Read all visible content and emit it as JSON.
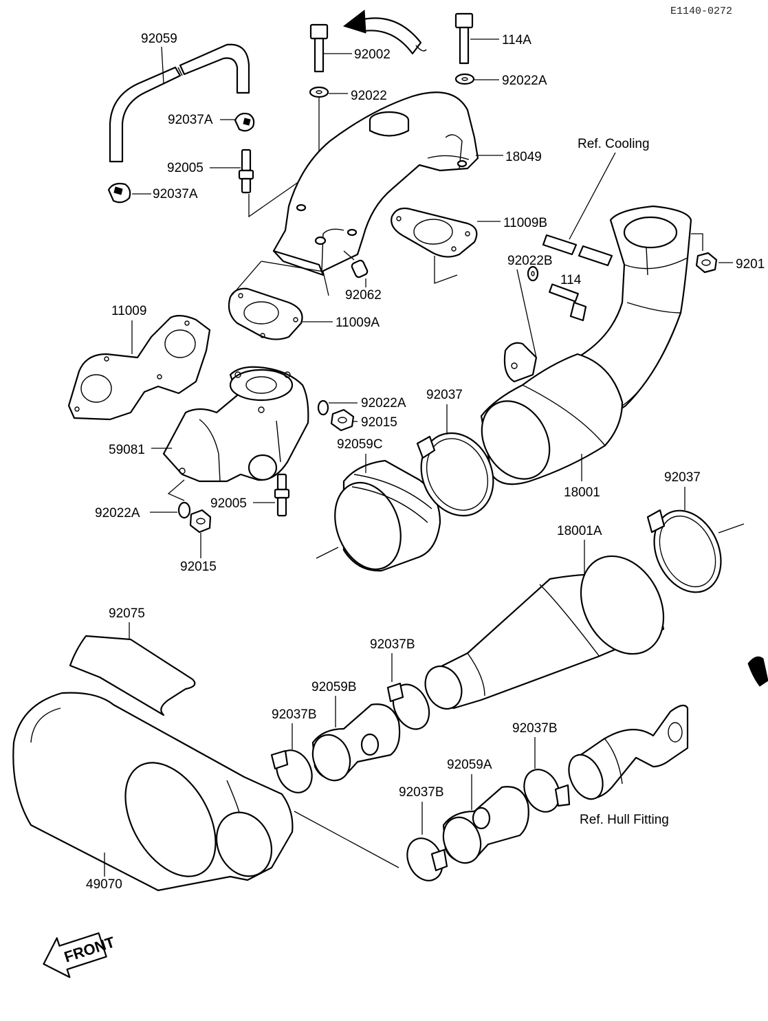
{
  "diagram_code": "E1140-0272",
  "labels": {
    "p92059": "92059",
    "p92002": "92002",
    "p114A": "114A",
    "p92022": "92022",
    "p92022A_top": "92022A",
    "p92037A_1": "92037A",
    "p92037A_2": "92037A",
    "p92005_top": "92005",
    "p18049": "18049",
    "ref_cooling": "Ref. Cooling",
    "p11009B": "11009B",
    "p9201x": "9201",
    "p92022B": "92022B",
    "p114": "114",
    "p92062": "92062",
    "p11009": "11009",
    "p11009A": "11009A",
    "p92022A_mid": "92022A",
    "p92015_mid": "92015",
    "p92037_1": "92037",
    "p92059C": "92059C",
    "p59081": "59081",
    "p92005_bottom": "92005",
    "p18001": "18001",
    "p92022A_low": "92022A",
    "p92015_low": "92015",
    "p92037_2": "92037",
    "p18001A": "18001A",
    "p92075": "92075",
    "p92037B_1": "92037B",
    "p92059B": "92059B",
    "p92037B_2": "92037B",
    "p92037B_3": "92037B",
    "p92059A": "92059A",
    "p92037B_4": "92037B",
    "ref_hull": "Ref. Hull Fitting",
    "p49070": "49070",
    "front": "FRONT"
  }
}
